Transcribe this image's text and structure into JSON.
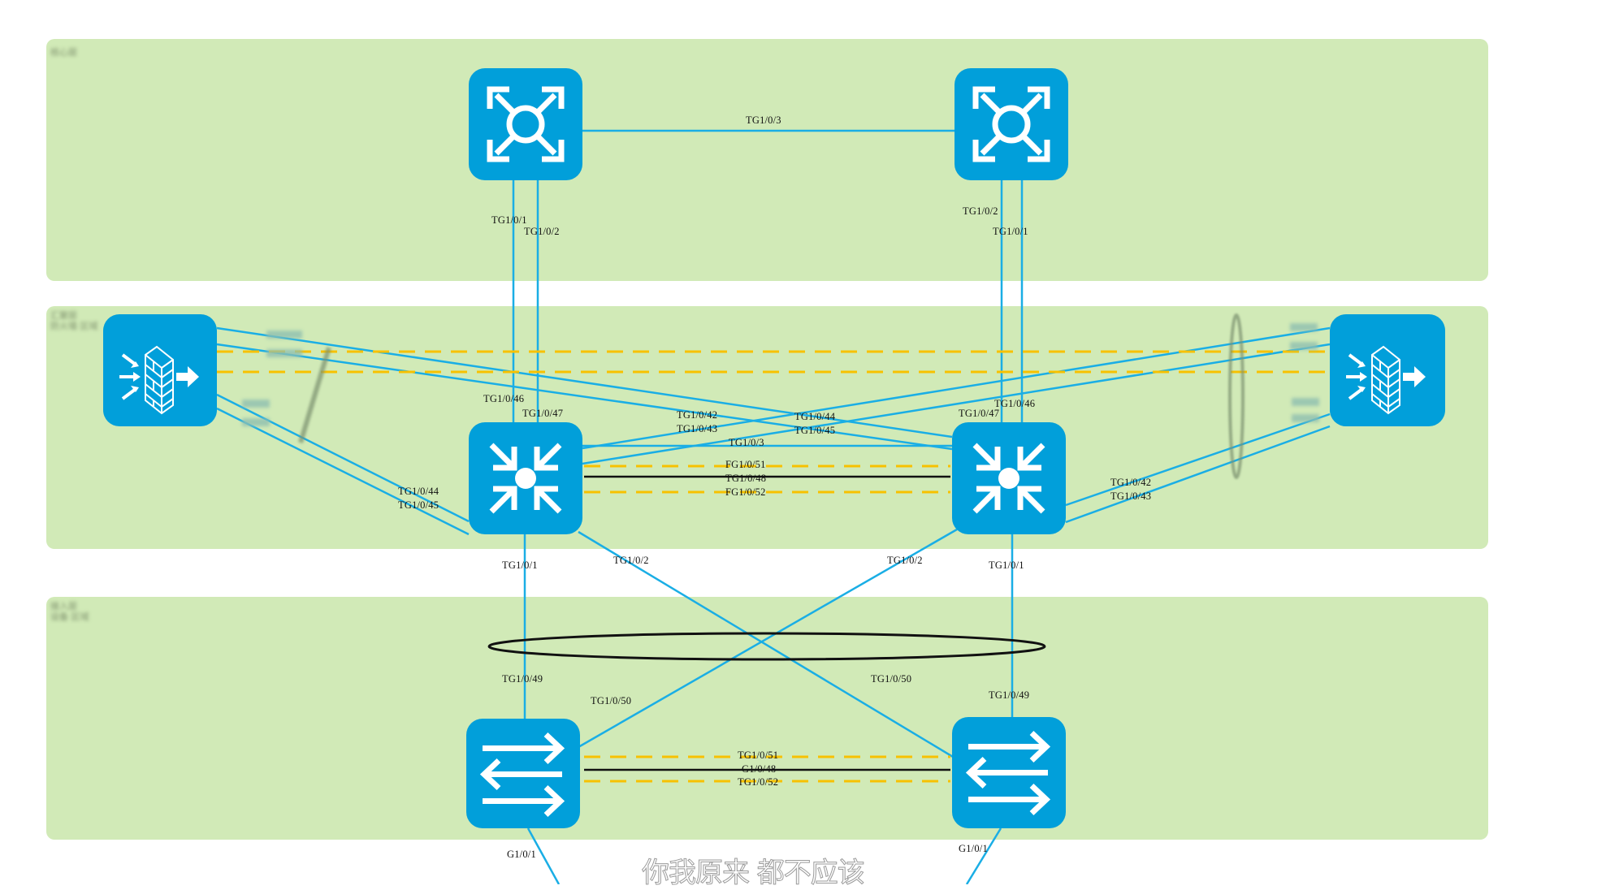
{
  "diagram": {
    "type": "network-topology",
    "colors": {
      "zone_fill": "#d1eab7",
      "device_fill": "#019fda",
      "link_fiber": "#1aaee5",
      "link_stack_dashed": "#f7c100",
      "link_copper": "#111111",
      "aggregation_ring": "#111111"
    },
    "zones": [
      {
        "id": "core-zone",
        "label": "核心层"
      },
      {
        "id": "distribution-zone",
        "label": "汇聚层\n防火墙 区域"
      },
      {
        "id": "access-zone",
        "label": "接入层\n设备 区域"
      }
    ],
    "devices": [
      {
        "id": "core-switch-left",
        "type": "core-switch",
        "icon": "core-switch-icon"
      },
      {
        "id": "core-switch-right",
        "type": "core-switch",
        "icon": "core-switch-icon"
      },
      {
        "id": "distribution-switch-left",
        "type": "layer3-switch",
        "icon": "layer3-switch-icon"
      },
      {
        "id": "distribution-switch-right",
        "type": "layer3-switch",
        "icon": "layer3-switch-icon"
      },
      {
        "id": "access-switch-left",
        "type": "layer2-switch",
        "icon": "layer2-switch-icon"
      },
      {
        "id": "access-switch-right",
        "type": "layer2-switch",
        "icon": "layer2-switch-icon"
      },
      {
        "id": "firewall-left",
        "type": "firewall",
        "icon": "firewall-icon"
      },
      {
        "id": "firewall-right",
        "type": "firewall",
        "icon": "firewall-icon"
      }
    ],
    "port_labels": {
      "core_interlink": "TG1/0/3",
      "core_left_down_1": "TG1/0/1",
      "core_left_down_2": "TG1/0/2",
      "core_right_down_2": "TG1/0/2",
      "core_right_down_1": "TG1/0/1",
      "dist_left_up_46": "TG1/0/46",
      "dist_left_up_47": "TG1/0/47",
      "dist_right_up_46": "TG1/0/46",
      "dist_right_up_47": "TG1/0/47",
      "dist_left_cross_42": "TG1/0/42",
      "dist_left_cross_43": "TG1/0/43",
      "dist_right_cross_44": "TG1/0/44",
      "dist_right_cross_45": "TG1/0/45",
      "dist_interlink": "TG1/0/3",
      "dist_stack_51": "FG1/0/51",
      "dist_stack_48": "TG1/0/48",
      "dist_stack_52": "FG1/0/52",
      "dist_left_fw_44": "TG1/0/44",
      "dist_left_fw_45": "TG1/0/45",
      "dist_right_fw_42": "TG1/0/42",
      "dist_right_fw_43": "TG1/0/43",
      "dist_left_down_1": "TG1/0/1",
      "dist_left_down_2": "TG1/0/2",
      "dist_right_down_2": "TG1/0/2",
      "dist_right_down_1": "TG1/0/1",
      "acc_left_up_49": "TG1/0/49",
      "acc_left_up_50": "TG1/0/50",
      "acc_right_up_50": "TG1/0/50",
      "acc_right_up_49": "TG1/0/49",
      "acc_stack_51": "TG1/0/51",
      "acc_stack_48": "G1/0/48",
      "acc_stack_52": "TG1/0/52",
      "acc_left_down": "G1/0/1",
      "acc_right_down": "G1/0/1"
    },
    "watermark": "你我原来 都不应该"
  }
}
